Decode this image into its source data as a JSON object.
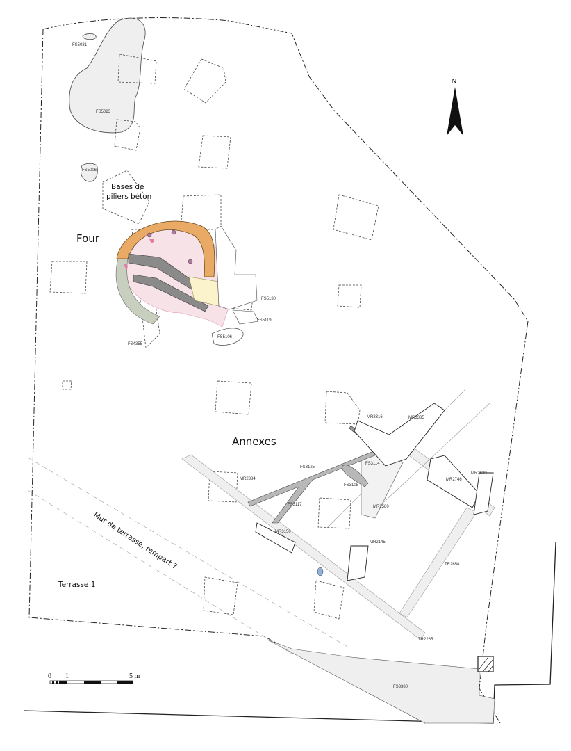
{
  "plan": {
    "zones": {
      "four": "Four",
      "annexes": "Annexes",
      "terrasse": "Terrasse 1",
      "mur": "Mur de terrasse, rempart ?",
      "piliers_line1": "Bases de",
      "piliers_line2": "piliers béton"
    },
    "features": {
      "fs5031": "FS5031",
      "fs5023": "FS5023",
      "fs5006": "FS5006",
      "fs5130": "FS5130",
      "fs5119": "FS5119",
      "fs5106": "FS5106",
      "fs4355": "FS4355",
      "mr3316": "MR3316",
      "mr3385": "MR3385",
      "fs3125": "FS3125",
      "mr2384": "MR2384",
      "fs3114": "FS3114",
      "fs3108": "FS3108",
      "fs3117": "FS3117",
      "mr2580": "MR2580",
      "mr2639": "MR2639",
      "mr2746": "MR2746",
      "mr3150": "MR3150",
      "mr2145": "MR2145",
      "tr2658": "TR2658",
      "tr2265": "TR2265",
      "fs3380": "FS3380"
    },
    "north": "N",
    "scale": {
      "zero": "0",
      "one": "1",
      "five": "5 m"
    },
    "colors": {
      "brick": "#e8aa64",
      "pink": "#f2c6d2",
      "magenta": "#e57aa5",
      "sage": "#c9cfbe",
      "cream": "#fbf3cc",
      "darkgrey": "#8a8a8a",
      "lightgrey": "#efefef",
      "blue": "#8fb3dc"
    }
  }
}
